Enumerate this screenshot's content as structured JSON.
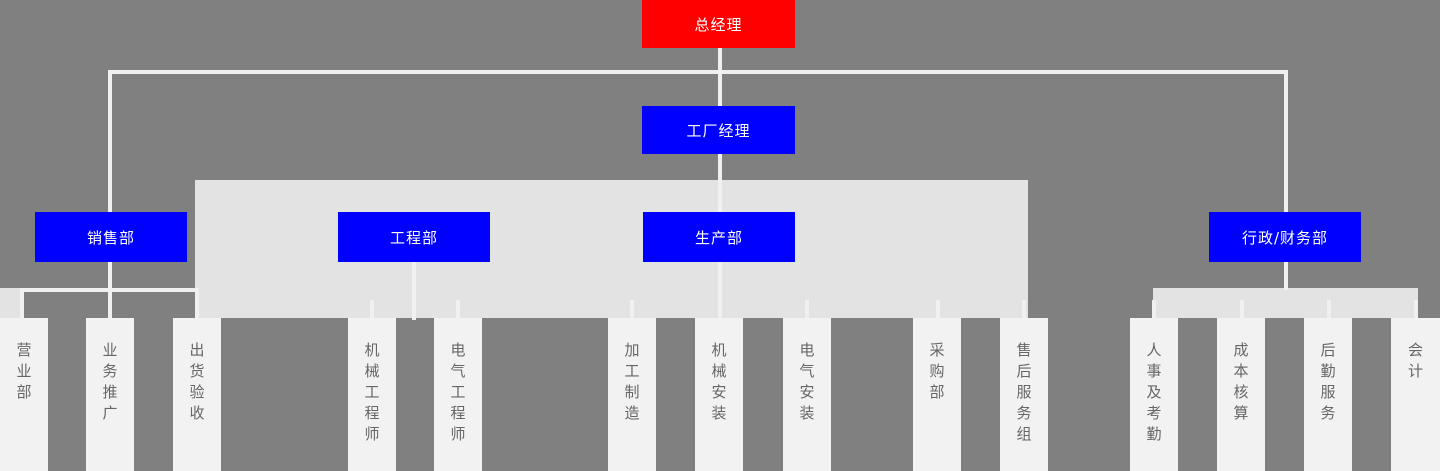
{
  "colors": {
    "background": "#808080",
    "connector": "#f0f0f0",
    "panel": "#e3e3e3",
    "leaf_panel": "#f2f2f2",
    "top_node": "#ff0000",
    "department_node": "#0000ff",
    "node_text": "#ffffff",
    "leaf_text": "#666666"
  },
  "org_chart": {
    "type": "organization-chart",
    "root": {
      "id": "general-manager",
      "label": "总经理",
      "level": 0,
      "color": "#ff0000"
    },
    "manager": {
      "id": "factory-manager",
      "label": "工厂经理",
      "level": 1,
      "color": "#0000ff"
    },
    "departments": [
      {
        "id": "sales-department",
        "label": "销售部",
        "level": 2,
        "color": "#0000ff",
        "children": [
          {
            "id": "business-office",
            "label": "营业部",
            "chars": [
              "营",
              "业",
              "部"
            ]
          },
          {
            "id": "business-promotion",
            "label": "业务推广",
            "chars": [
              "业",
              "务",
              "推",
              "广"
            ]
          },
          {
            "id": "shipment-inspection",
            "label": "出货验收",
            "chars": [
              "出",
              "货",
              "验",
              "收"
            ]
          }
        ]
      },
      {
        "id": "engineering-department",
        "label": "工程部",
        "level": 2,
        "color": "#0000ff",
        "children": [
          {
            "id": "mechanical-engineer",
            "label": "机械工程师",
            "chars": [
              "机",
              "械",
              "工",
              "程",
              "师"
            ]
          },
          {
            "id": "electrical-engineer",
            "label": "电气工程师",
            "chars": [
              "电",
              "气",
              "工",
              "程",
              "师"
            ]
          }
        ]
      },
      {
        "id": "production-department",
        "label": "生产部",
        "level": 2,
        "color": "#0000ff",
        "children": [
          {
            "id": "processing-manufacture",
            "label": "加工制造",
            "chars": [
              "加",
              "工",
              "制",
              "造"
            ]
          },
          {
            "id": "mechanical-installation",
            "label": "机械安装",
            "chars": [
              "机",
              "械",
              "安",
              "装"
            ]
          },
          {
            "id": "electrical-installation",
            "label": "电气安装",
            "chars": [
              "电",
              "气",
              "安",
              "装"
            ]
          },
          {
            "id": "purchasing-department",
            "label": "采购部",
            "chars": [
              "采",
              "购",
              "部"
            ]
          },
          {
            "id": "after-sales-service-group",
            "label": "售后服务组",
            "chars": [
              "售",
              "后",
              "服",
              "务",
              "组"
            ]
          }
        ]
      },
      {
        "id": "admin-finance-department",
        "label": "行政/财务部",
        "level": 2,
        "color": "#0000ff",
        "children": [
          {
            "id": "hr-attendance",
            "label": "人事及考勤",
            "chars": [
              "人",
              "事",
              "及",
              "考",
              "勤"
            ]
          },
          {
            "id": "cost-accounting",
            "label": "成本核算",
            "chars": [
              "成",
              "本",
              "核",
              "算"
            ]
          },
          {
            "id": "logistics-service",
            "label": "后勤服务",
            "chars": [
              "后",
              "勤",
              "服",
              "务"
            ]
          },
          {
            "id": "accounting",
            "label": "会计",
            "chars": [
              "会",
              "计"
            ]
          }
        ]
      }
    ]
  }
}
